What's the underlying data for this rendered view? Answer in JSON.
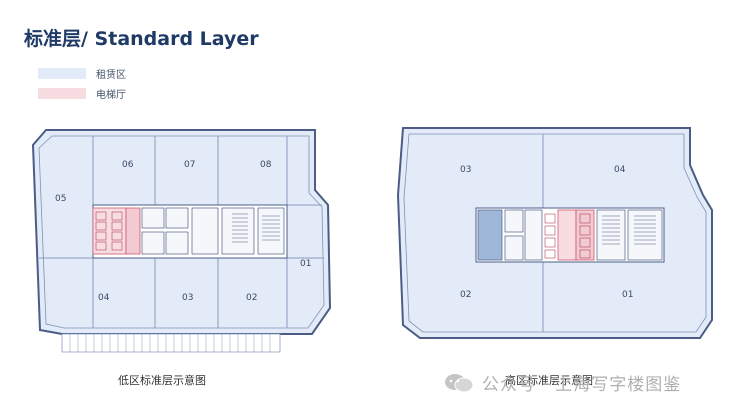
{
  "page": {
    "title": "标准层/ Standard Layer"
  },
  "legend": [
    {
      "label": "租赁区",
      "color": "#e2ebf7"
    },
    {
      "label": "电梯厅",
      "color": "#f7dde2"
    }
  ],
  "plans": [
    {
      "caption": "低区标准层示意图",
      "units": [
        "05",
        "06",
        "07",
        "08",
        "01",
        "04",
        "03",
        "02"
      ]
    },
    {
      "caption": "高区标准层示意图",
      "units": [
        "03",
        "04",
        "02",
        "01"
      ]
    }
  ],
  "watermark": {
    "text": "公众号 · 上海写字楼图鉴"
  },
  "colors": {
    "lease": "#e2ebf7",
    "lobby": "#f7dde2",
    "core": "#9fb8da",
    "wall": "#4b5d86",
    "title": "#1f3a66"
  }
}
